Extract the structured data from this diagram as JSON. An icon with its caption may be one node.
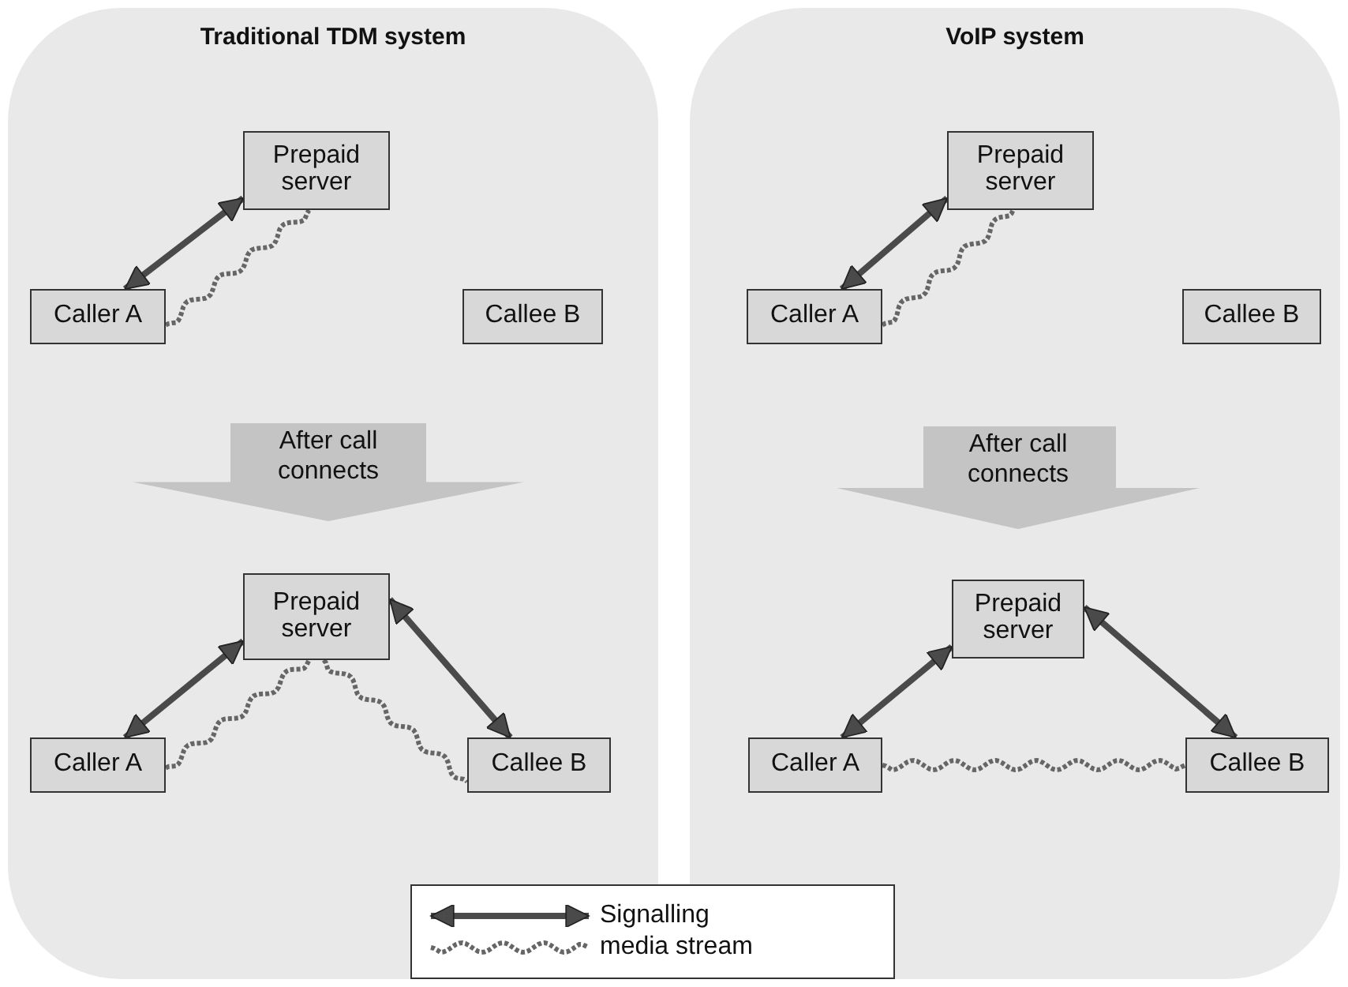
{
  "diagram": {
    "nodes": [
      {
        "text": [
          "Traditional TDM system"
        ]
      },
      {
        "text": [
          "Prepaid server"
        ],
        "in": 0
      },
      {
        "text": [
          "Caller A"
        ],
        "in": 0
      },
      {
        "text": [
          "Callee B"
        ],
        "in": 0
      },
      {
        "text": [
          "After call connects"
        ],
        "in": 0
      },
      {
        "text": [
          "Prepaid server"
        ],
        "in": 0
      },
      {
        "text": [
          "Caller A"
        ],
        "in": 0
      },
      {
        "text": [
          "Callee B"
        ],
        "in": 0
      },
      {
        "text": [
          "VoIP system"
        ]
      },
      {
        "text": [
          "Prepaid server"
        ],
        "in": 8
      },
      {
        "text": [
          "Caller A"
        ],
        "in": 8
      },
      {
        "text": [
          "Callee B"
        ],
        "in": 8
      },
      {
        "text": [
          "After call connects"
        ],
        "in": 8
      },
      {
        "text": [
          "Prepaid server"
        ],
        "in": 8
      },
      {
        "text": [
          "Caller A"
        ],
        "in": 8
      },
      {
        "text": [
          "Callee B"
        ],
        "in": 8
      }
    ],
    "edges": [
      {
        "from": 2,
        "to": 1,
        "arrow": "both"
      },
      {
        "from": 2,
        "to": 1,
        "arrow": "none",
        "style": "dashed"
      },
      {
        "from": 6,
        "to": 5,
        "arrow": "both"
      },
      {
        "from": 6,
        "to": 5,
        "arrow": "none",
        "style": "dashed"
      },
      {
        "from": 5,
        "to": 7,
        "arrow": "both"
      },
      {
        "from": 5,
        "to": 7,
        "arrow": "none",
        "style": "dashed"
      },
      {
        "from": 10,
        "to": 9,
        "arrow": "both"
      },
      {
        "from": 10,
        "to": 9,
        "arrow": "none",
        "style": "dashed"
      },
      {
        "from": 14,
        "to": 13,
        "arrow": "both"
      },
      {
        "from": 13,
        "to": 15,
        "arrow": "both"
      },
      {
        "from": 14,
        "to": 15,
        "arrow": "none",
        "style": "dashed"
      }
    ],
    "legend": [
      {
        "text": "Signalling"
      },
      {
        "text": "media stream"
      }
    ]
  }
}
